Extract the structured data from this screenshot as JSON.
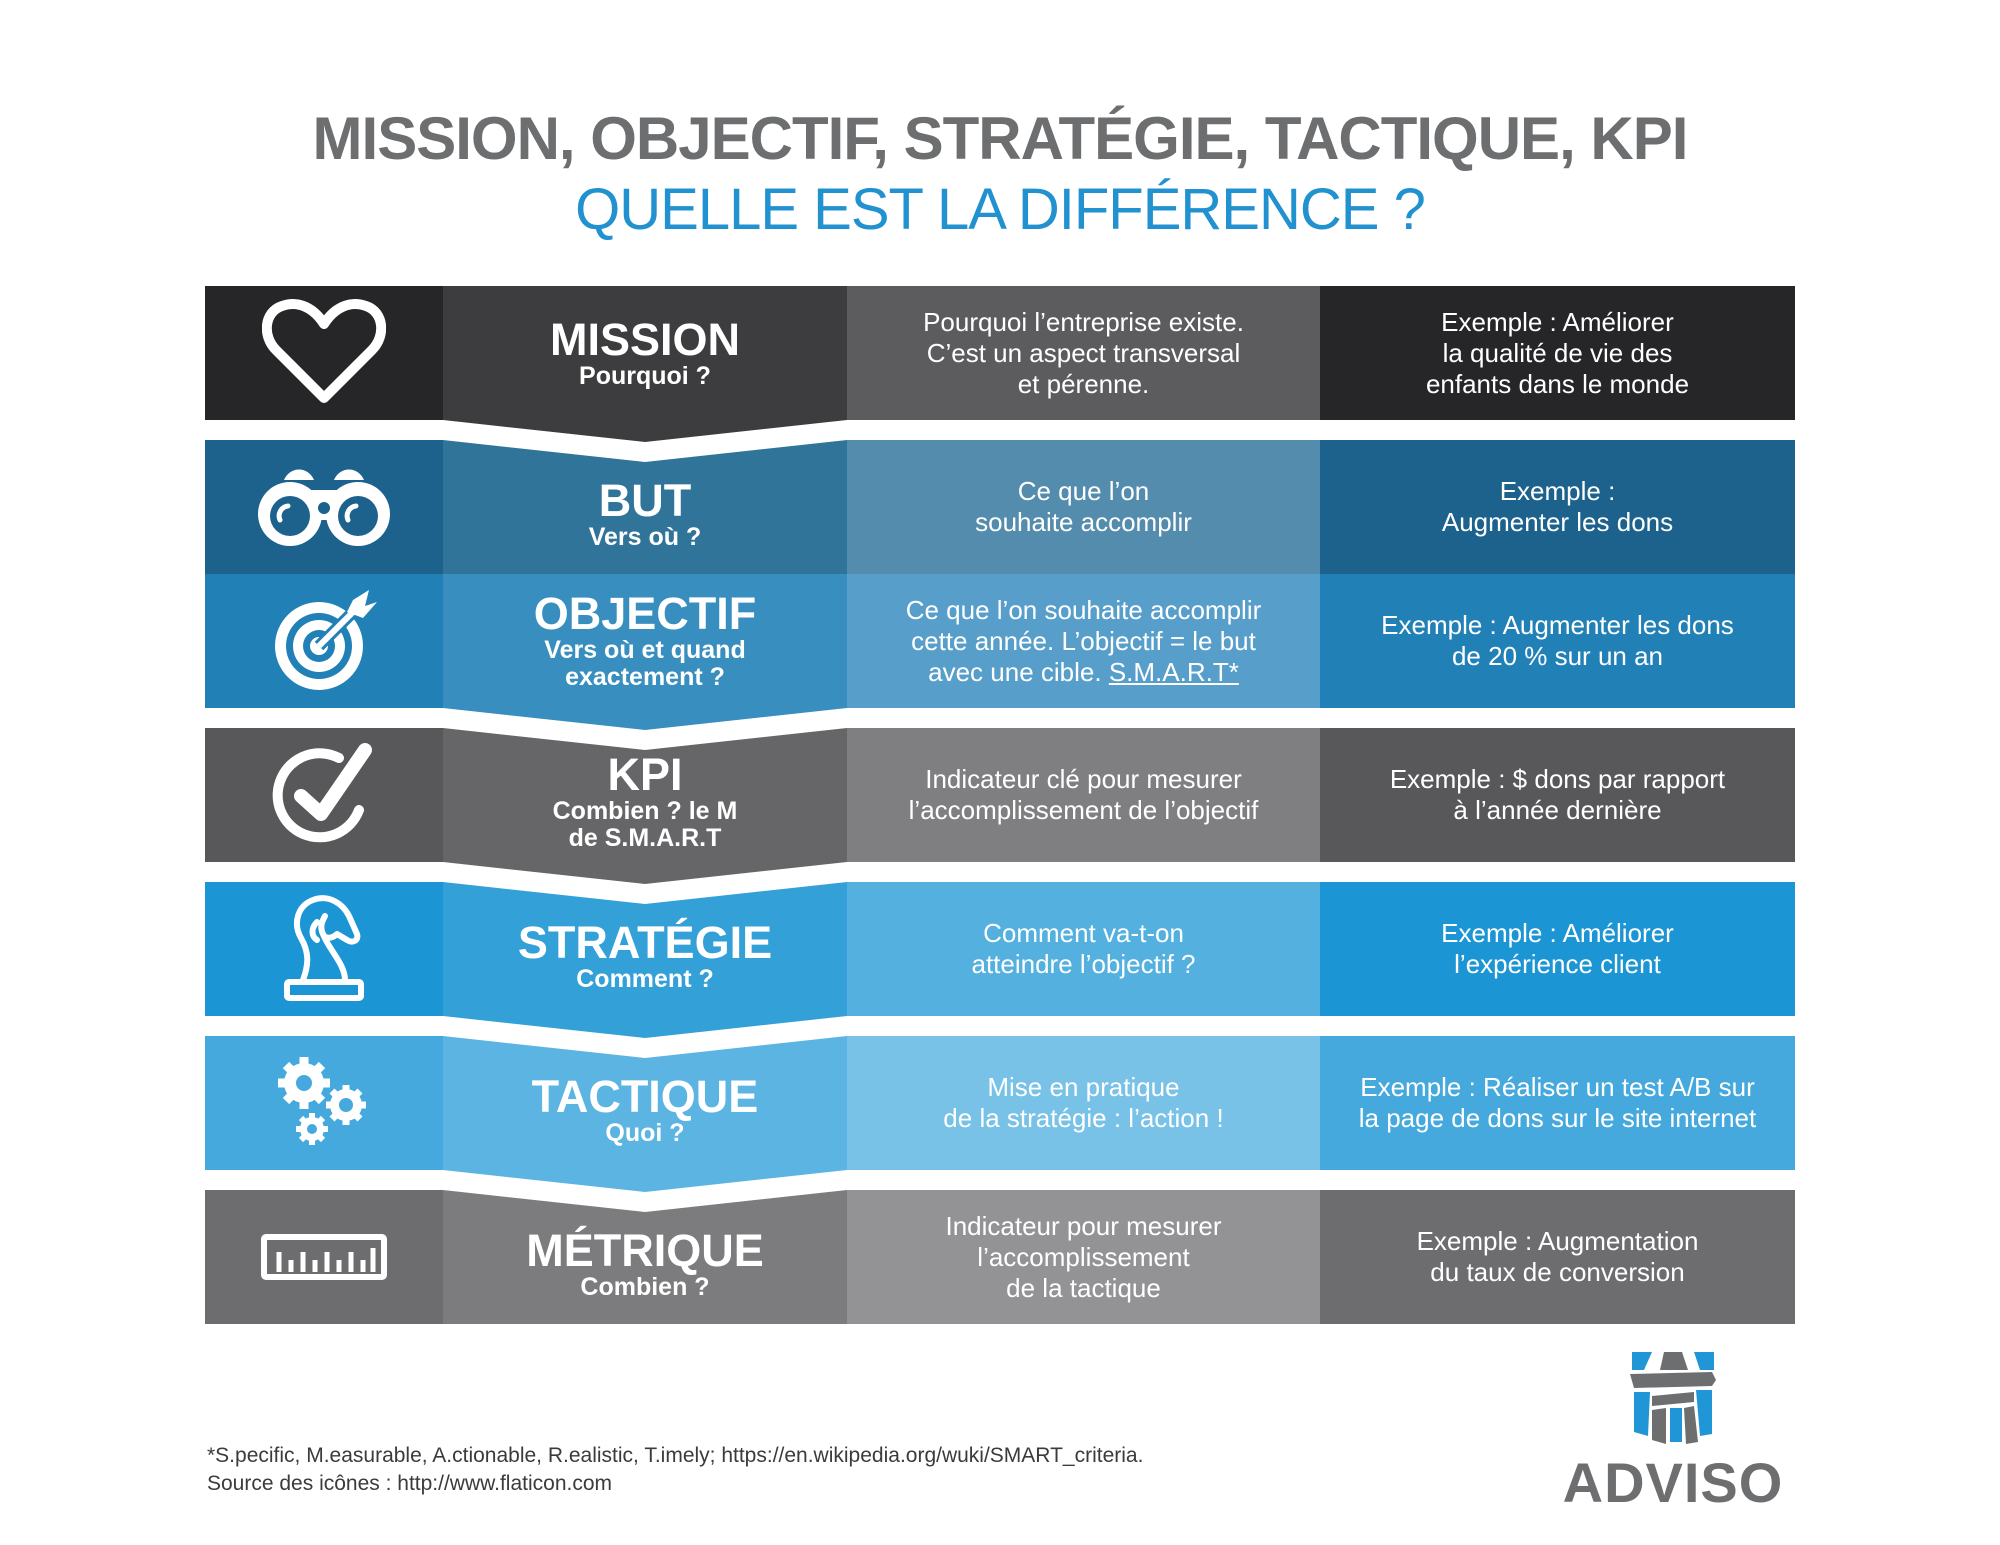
{
  "header": {
    "title": "MISSION, OBJECTIF, STRATÉGIE, TACTIQUE, KPI",
    "subtitle": "QUELLE EST LA DIFFÉRENCE ?"
  },
  "rows": [
    {
      "key": "mission",
      "icon": "heart-icon",
      "title": "MISSION",
      "subtitle": "Pourquoi ?",
      "description": [
        "Pourquoi l’entreprise existe.",
        "C’est un aspect transversal",
        "et pérenne."
      ],
      "example": [
        "Exemple : Améliorer",
        "la qualité de vie des",
        "enfants dans le monde"
      ],
      "colors": {
        "icon": "#262628",
        "title": "#3d3d3f",
        "desc": "#5c5c5e",
        "example": "#262628"
      }
    },
    {
      "key": "but",
      "icon": "binoculars-icon",
      "title": "BUT",
      "subtitle": "Vers où ?",
      "description": [
        "Ce que l’on",
        "souhaite accomplir"
      ],
      "example": [
        "Exemple :",
        "Augmenter les dons"
      ],
      "colors": {
        "icon": "#1c628c",
        "title": "#317499",
        "desc": "#548cad",
        "example": "#1c628c"
      }
    },
    {
      "key": "objectif",
      "icon": "target-icon",
      "title": "OBJECTIF",
      "subtitle": "Vers où et quand exactement ?",
      "subtitle_lines": [
        "Vers où et quand",
        "exactement ?"
      ],
      "description": [
        "Ce que l’on souhaite accomplir",
        "cette année. L’objectif = le but",
        "avec une cible."
      ],
      "description_link": "S.M.A.R.T*",
      "example": [
        "Exemple : Augmenter les dons",
        "de 20 % sur un an"
      ],
      "colors": {
        "icon": "#2181b6",
        "title": "#378ebf",
        "desc": "#579fca",
        "example": "#2181b6"
      }
    },
    {
      "key": "kpi",
      "icon": "checkmark-icon",
      "title": "KPI",
      "subtitle_lines": [
        "Combien ? le M",
        "de S.M.A.R.T"
      ],
      "description": [
        "Indicateur clé pour mesurer",
        "l’accomplissement de l’objectif"
      ],
      "example": [
        "Exemple : $ dons par rapport",
        "à l’année dernière"
      ],
      "colors": {
        "icon": "#58585a",
        "title": "#666668",
        "desc": "#7f7f81",
        "example": "#58585a"
      }
    },
    {
      "key": "strategie",
      "icon": "chess-knight-icon",
      "title": "STRATÉGIE",
      "subtitle": "Comment ?",
      "description": [
        "Comment va-t-on",
        "atteindre l’objectif ?"
      ],
      "example": [
        "Exemple : Améliorer",
        "l’expérience client"
      ],
      "colors": {
        "icon": "#1c95d4",
        "title": "#33a0d8",
        "desc": "#53b0df",
        "example": "#1c95d4"
      }
    },
    {
      "key": "tactique",
      "icon": "gears-icon",
      "title": "TACTIQUE",
      "subtitle": "Quoi ?",
      "description": [
        "Mise en pratique",
        "de la stratégie : l’action !"
      ],
      "example": [
        "Exemple : Réaliser un test A/B sur",
        "la page de dons sur le site internet"
      ],
      "colors": {
        "icon": "#45a9dd",
        "title": "#5cb4e2",
        "desc": "#78c1e7",
        "example": "#45a9dd"
      }
    },
    {
      "key": "metrique",
      "icon": "ruler-icon",
      "title": "MÉTRIQUE",
      "subtitle": "Combien ?",
      "description": [
        "Indicateur pour mesurer",
        "l’accomplissement",
        "de la tactique"
      ],
      "example": [
        "Exemple : Augmentation",
        "du taux de conversion"
      ],
      "colors": {
        "icon": "#6d6d6f",
        "title": "#7c7c7e",
        "desc": "#939395",
        "example": "#6d6d6f"
      }
    }
  ],
  "footnote": {
    "line1": "*S.pecific, M.easurable, A.ctionable, R.ealistic, T.imely; https://en.wikipedia.org/wuki/SMART_criteria.",
    "line2": "Source des icônes : http://www.flaticon.com"
  },
  "logo": {
    "text": "ADVISO",
    "colors": {
      "blue": "#2196d6",
      "gray": "#6d6e70"
    }
  }
}
